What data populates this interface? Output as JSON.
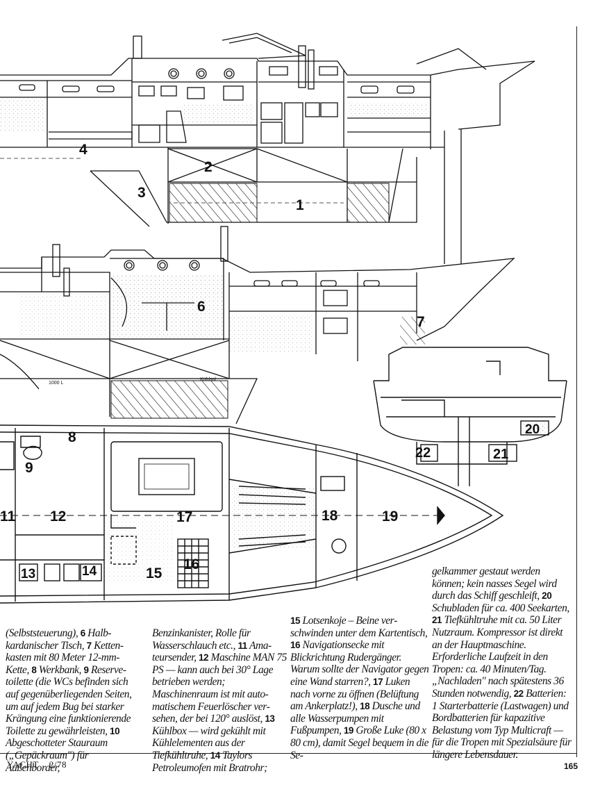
{
  "footer": {
    "magazine": "YACHT",
    "issue": "2/78",
    "page_number": "165"
  },
  "labels": {
    "l1": "1",
    "l2": "2",
    "l3": "3",
    "l4": "4",
    "l6": "6",
    "l7": "7",
    "l8": "8",
    "l9": "9",
    "l11": "11",
    "l12": "12",
    "l13": "13",
    "l14": "14",
    "l15": "15",
    "l16": "16",
    "l17": "17",
    "l18": "18",
    "l19": "19",
    "l20": "20",
    "l21": "21",
    "l22": "22"
  },
  "notes": {
    "tank_left": "1000 L",
    "tank_right": "Kühlsol"
  },
  "caption": {
    "col1": [
      {
        "text": "(Selbststeuerung), "
      },
      {
        "num": "6",
        "text": " Halb­kardanischer Tisch, "
      },
      {
        "num": "7",
        "text": " Ketten­kasten mit 80 Meter 12-mm-Kette, "
      },
      {
        "num": "8",
        "text": " Werkbank, "
      },
      {
        "num": "9",
        "text": " Reserve­toilette (die WCs befinden sich auf gegenüberliegenden Seiten, um auf jedem Bug bei starker Krängung eine funk­tionierende Toilette zu ge­währleisten, "
      },
      {
        "num": "10",
        "text": " Abgeschotte­ter Stauraum („Gepäck­raum\") für Außenborder,"
      }
    ],
    "col2": [
      {
        "text": "Benzinkanister, Rolle für Wasserschlauch etc., "
      },
      {
        "num": "11",
        "text": " Ama­teursender, "
      },
      {
        "num": "12",
        "text": " Maschine MAN 75 PS — kann auch bei 30° Lage betrieben werden; Maschinenraum ist mit auto­matischem Feuerlöscher ver­sehen, der bei 120° auslöst, "
      },
      {
        "num": "13",
        "text": " Kühlbox — wird gekühlt mit Kühlelementen aus der Tiefkühltruhe, "
      },
      {
        "num": "14",
        "text": " Taylors Petroleumofen mit Bratrohr;"
      }
    ],
    "col3": [
      {
        "num": "15",
        "text": " Lotsenkoje – Beine ver­schwinden unter dem Kartentisch, "
      },
      {
        "num": "16",
        "text": " Navigations­ecke mit Blickrichtung Rudergänger. Warum sollte der Navigator gegen eine Wand starren?, "
      },
      {
        "num": "17",
        "text": " Luken nach vorne zu öffnen (Belüf­tung am Ankerplatz!), "
      },
      {
        "num": "18",
        "text": " Dusche und alle Wasser­pumpen mit Fußpumpen, "
      },
      {
        "num": "19",
        "text": " Große Luke (80 x 80 cm), damit Segel bequem in die Se-"
      }
    ],
    "col4": [
      {
        "text": "gelkammer gestaut werden können; kein nasses Segel wird durch das Schiff geschleift, "
      },
      {
        "num": "20",
        "text": " Schubladen für ca. 400 See­karten, "
      },
      {
        "num": "21",
        "text": " Tiefkühltruhe mit ca. 50 Liter Nutzraum. Kom­pressor ist direkt an der Haupt­maschine. Erforderliche Lauf­zeit in den Tropen: ca. 40 Mi­nuten/Tag. „Nachladen\" nach spätestens 36 Stunden notwendig, "
      },
      {
        "num": "22",
        "text": " Batterien: 1 Starterbatterie (Lastwagen) und Bordbatterien für kapazitive Belastung vom Typ Multicraft — für die Tro­pen mit Spezialsäure für län­gere Lebensdauer."
      }
    ]
  }
}
